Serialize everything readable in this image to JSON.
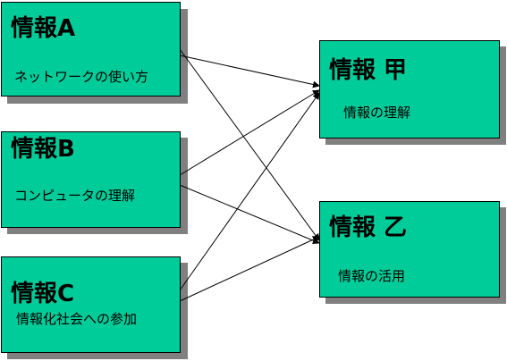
{
  "sources": [
    {
      "title": "情報A",
      "subtitle": "ネットワークの使い方"
    },
    {
      "title": "情報B",
      "subtitle": "コンピュータの理解"
    },
    {
      "title": "情報C",
      "subtitle": "情報化社会への参加"
    }
  ],
  "targets": [
    {
      "title": "情報 甲",
      "subtitle": "情報の理解"
    },
    {
      "title": "情報 乙",
      "subtitle": "情報の活用"
    }
  ],
  "colors": {
    "box_fill": "#00cc99",
    "shadow": "#808080",
    "line": "#000000"
  }
}
